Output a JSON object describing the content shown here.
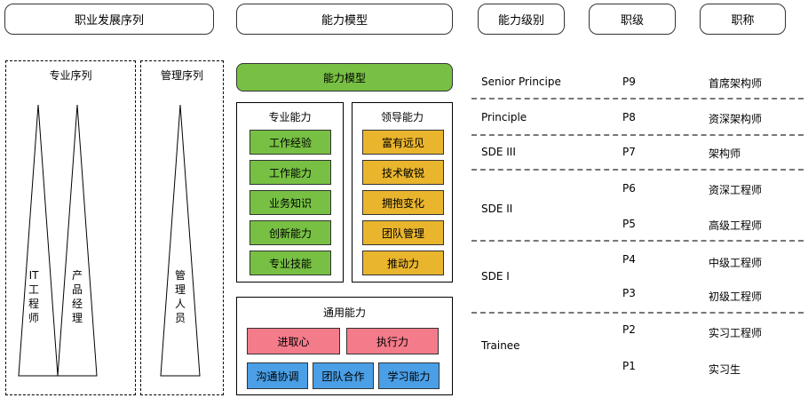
{
  "headers": {
    "career": "职业发展序列",
    "model": "能力模型",
    "level": "能力级别",
    "rank": "职级",
    "title": "职称"
  },
  "career": {
    "professional": {
      "title": "专业序列",
      "tracks": [
        "IT工程师",
        "产品经理"
      ]
    },
    "management": {
      "title": "管理序列",
      "tracks": [
        "管理人员"
      ]
    }
  },
  "model": {
    "banner": "能力模型",
    "professional": {
      "title": "专业能力",
      "items": [
        "工作经验",
        "工作能力",
        "业务知识",
        "创新能力",
        "专业技能"
      ]
    },
    "leadership": {
      "title": "领导能力",
      "items": [
        "富有远见",
        "技术敏锐",
        "拥抱变化",
        "团队管理",
        "推动力"
      ]
    },
    "general": {
      "title": "通用能力",
      "row1": [
        "进取心",
        "执行力"
      ],
      "row2": [
        "沟通协调",
        "团队合作",
        "学习能力"
      ]
    }
  },
  "levels": [
    {
      "name": "Senior Principe",
      "ranks": [
        {
          "rank": "P9",
          "title": "首席架构师"
        }
      ]
    },
    {
      "name": "Principle",
      "ranks": [
        {
          "rank": "P8",
          "title": "资深架构师"
        }
      ]
    },
    {
      "name": "SDE III",
      "ranks": [
        {
          "rank": "P7",
          "title": "架构师"
        }
      ]
    },
    {
      "name": "SDE II",
      "ranks": [
        {
          "rank": "P6",
          "title": "资深工程师"
        },
        {
          "rank": "P5",
          "title": "高级工程师"
        }
      ]
    },
    {
      "name": "SDE I",
      "ranks": [
        {
          "rank": "P4",
          "title": "中级工程师"
        },
        {
          "rank": "P3",
          "title": "初级工程师"
        }
      ]
    },
    {
      "name": "Trainee",
      "ranks": [
        {
          "rank": "P2",
          "title": "实习工程师"
        },
        {
          "rank": "P1",
          "title": "实习生"
        }
      ]
    }
  ],
  "colors": {
    "green": "#77c043",
    "gold": "#e9b52d",
    "pink": "#f47b8a",
    "blue": "#4a9fe6"
  }
}
